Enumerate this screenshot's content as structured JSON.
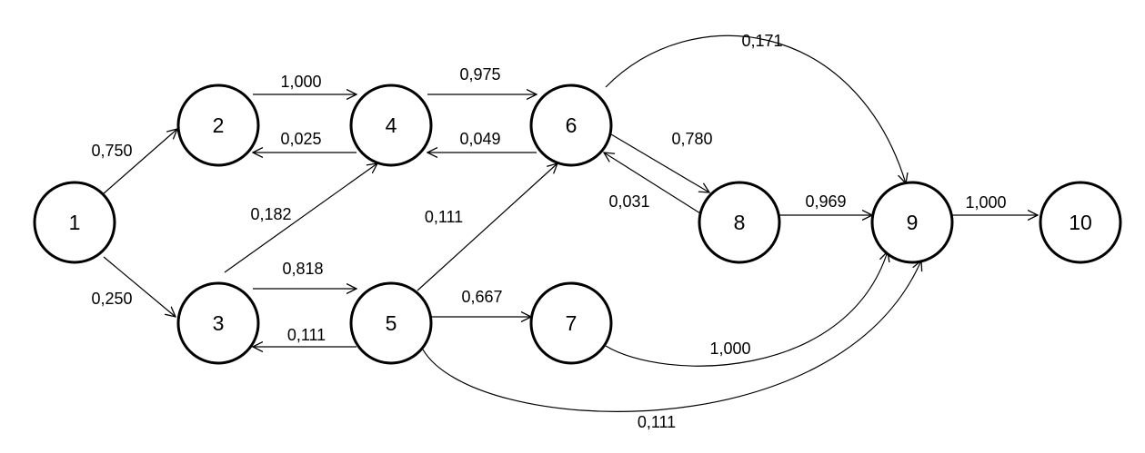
{
  "nodes": [
    {
      "id": "1",
      "label": "1"
    },
    {
      "id": "2",
      "label": "2"
    },
    {
      "id": "3",
      "label": "3"
    },
    {
      "id": "4",
      "label": "4"
    },
    {
      "id": "5",
      "label": "5"
    },
    {
      "id": "6",
      "label": "6"
    },
    {
      "id": "7",
      "label": "7"
    },
    {
      "id": "8",
      "label": "8"
    },
    {
      "id": "9",
      "label": "9"
    },
    {
      "id": "10",
      "label": "10"
    }
  ],
  "edges": [
    {
      "from": "1",
      "to": "2",
      "label": "0,750"
    },
    {
      "from": "1",
      "to": "3",
      "label": "0,250"
    },
    {
      "from": "2",
      "to": "4",
      "label": "1,000"
    },
    {
      "from": "4",
      "to": "2",
      "label": "0,025"
    },
    {
      "from": "3",
      "to": "4",
      "label": "0,182"
    },
    {
      "from": "3",
      "to": "5",
      "label": "0,818"
    },
    {
      "from": "5",
      "to": "3",
      "label": "0,111"
    },
    {
      "from": "4",
      "to": "6",
      "label": "0,975"
    },
    {
      "from": "6",
      "to": "4",
      "label": "0,049"
    },
    {
      "from": "5",
      "to": "6",
      "label": "0,111"
    },
    {
      "from": "5",
      "to": "7",
      "label": "0,667"
    },
    {
      "from": "6",
      "to": "8",
      "label": "0,780"
    },
    {
      "from": "8",
      "to": "6",
      "label": "0,031"
    },
    {
      "from": "6",
      "to": "9",
      "label": "0,171"
    },
    {
      "from": "8",
      "to": "9",
      "label": "0,969"
    },
    {
      "from": "7",
      "to": "9",
      "label": "1,000"
    },
    {
      "from": "5",
      "to": "9",
      "label": "0,111"
    },
    {
      "from": "9",
      "to": "10",
      "label": "1,000"
    }
  ]
}
